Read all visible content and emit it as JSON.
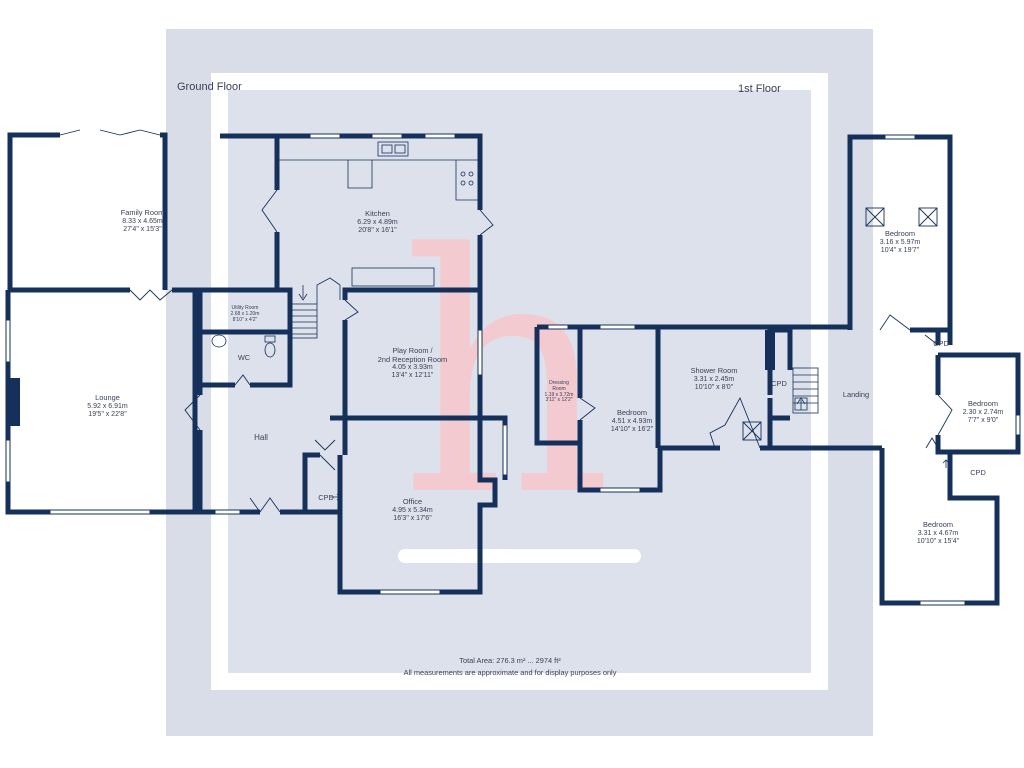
{
  "floors": {
    "ground": "Ground Floor",
    "first": "1st Floor"
  },
  "colors": {
    "wall": "#15305a",
    "background": "#d9dde8",
    "watermark": "#f7c6cb"
  },
  "watermark_logo": "h",
  "rooms": {
    "family_room": {
      "name": "Family Room",
      "metric": "8.33 x 4.65m",
      "imperial": "27'4\" x 15'3\""
    },
    "kitchen": {
      "name": "Kitchen",
      "metric": "6.29 x 4.89m",
      "imperial": "20'8\" x 16'1\""
    },
    "utility_room": {
      "name": "Utility Room",
      "metric": "2.68 x 1.20m",
      "imperial": "8'10\" x 4'2\""
    },
    "wc": {
      "name": "WC"
    },
    "lounge": {
      "name": "Lounge",
      "metric": "5.92 x 6.91m",
      "imperial": "19'5\" x 22'8\""
    },
    "play_room": {
      "name": "Play Room /",
      "name2": "2nd Reception Room",
      "metric": "4.05 x 3.93m",
      "imperial": "13'4\" x 12'11\""
    },
    "hall": {
      "name": "Hall"
    },
    "cpd_ground": {
      "name": "CPD"
    },
    "office": {
      "name": "Office",
      "metric": "4.95 x 5.34m",
      "imperial": "16'3\" x 17'6\""
    },
    "bedroom_top": {
      "name": "Bedroom",
      "metric": "3.16 x 5.97m",
      "imperial": "10'4\" x 19'7\""
    },
    "dressing_room": {
      "name": "Dressing",
      "name2": "Room",
      "metric": "1.19 x 3.72m",
      "imperial": "3'11\" x 12'2\""
    },
    "bedroom_main": {
      "name": "Bedroom",
      "metric": "4.51 x 4.93m",
      "imperial": "14'10\" x 16'2\""
    },
    "shower_room": {
      "name": "Shower Room",
      "metric": "3.31 x 2.45m",
      "imperial": "10'10\" x 8'0\""
    },
    "cpd_first_a": {
      "name": "CPD"
    },
    "landing": {
      "name": "Landing"
    },
    "cpd_first_b": {
      "name": "CPD"
    },
    "bedroom_small": {
      "name": "Bedroom",
      "metric": "2.30 x 2.74m",
      "imperial": "7'7\" x 9'0\""
    },
    "cpd_first_c": {
      "name": "CPD"
    },
    "bedroom_bottom": {
      "name": "Bedroom",
      "metric": "3.31 x 4.67m",
      "imperial": "10'10\" x 15'4\""
    }
  },
  "footer": {
    "total_area": "Total Area: 276.3 m² ... 2974 ft²",
    "disclaimer": "All measurements are approximate and for display purposes only"
  }
}
